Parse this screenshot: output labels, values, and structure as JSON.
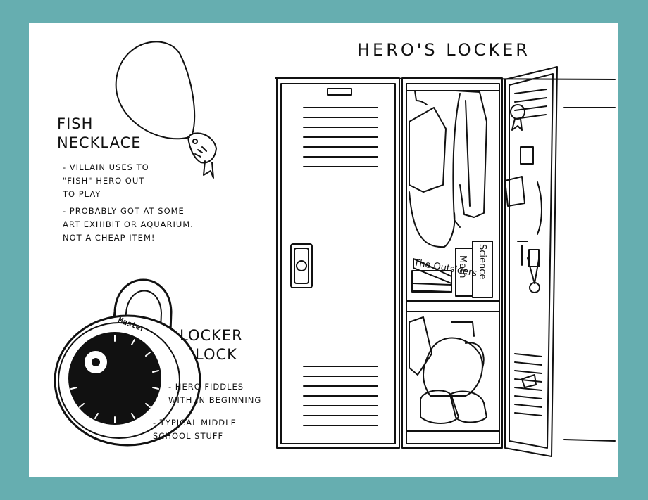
{
  "title": "Hero's Locker",
  "fish": {
    "heading_line1": "Fish",
    "heading_line2": "Necklace",
    "note1_line1": "- Villain uses to",
    "note1_line2": "\"Fish\" hero out",
    "note1_line3": "to play",
    "note2_line1": "- Probably got at some",
    "note2_line2": "art exhibit or aquarium.",
    "note2_line3": "Not a cheap item!"
  },
  "lock": {
    "heading_line1": "Locker",
    "heading_line2": "Lock",
    "brand": "Master",
    "note1_line1": "- Hero fiddles",
    "note1_line2": "with in beginning",
    "note2_line1": "- Typical middle",
    "note2_line2": "school stuff"
  },
  "books": {
    "math": "Math",
    "science": "Science",
    "outsiders": "The Outsiders"
  },
  "colors": {
    "frame": "#66aeb0",
    "paper": "#ffffff",
    "ink": "#111111"
  }
}
